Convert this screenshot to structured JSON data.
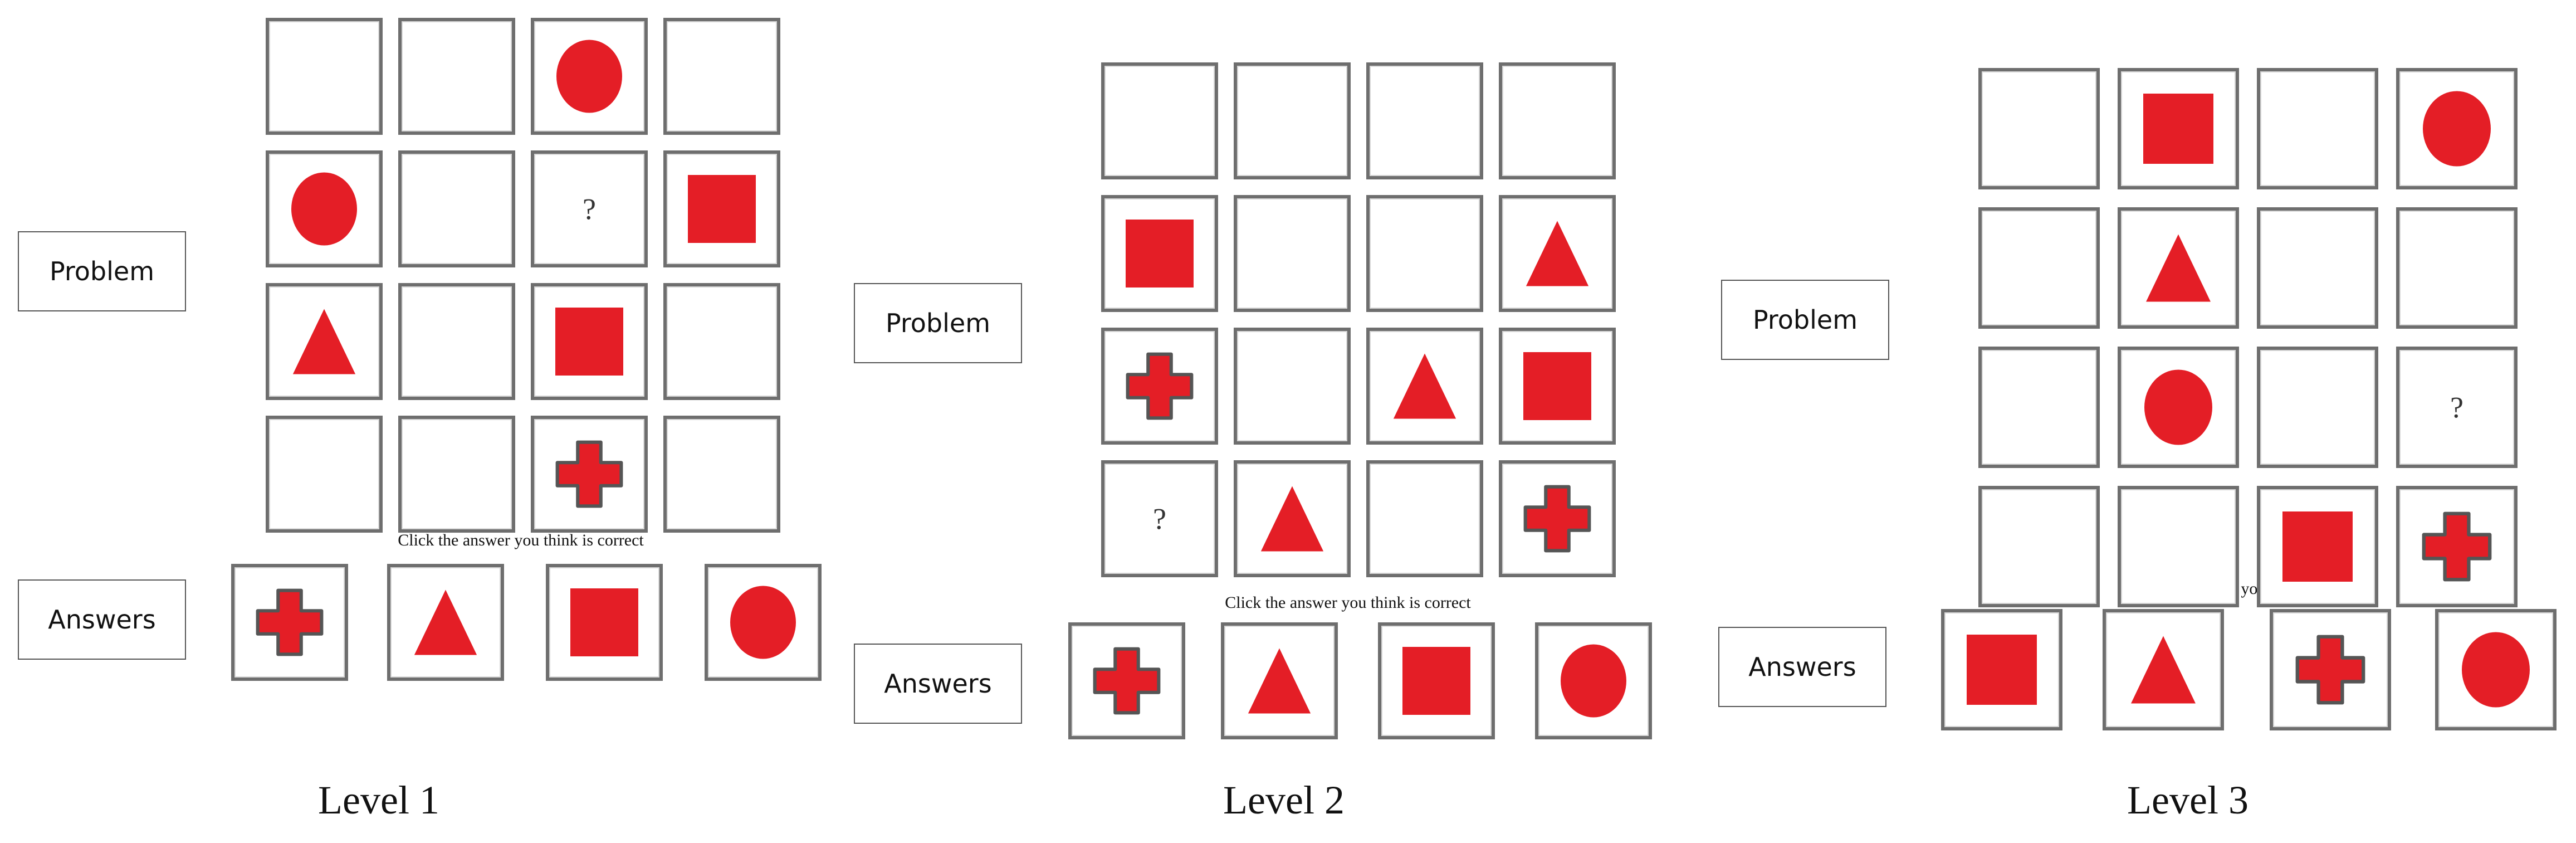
{
  "colors": {
    "shape_red": "#e41e26",
    "cell_border": "#6e6e6e"
  },
  "levels": [
    {
      "title": "Level 1",
      "problem_label": "Problem",
      "answers_label": "Answers",
      "caption": "Click the answer you think is correct",
      "grid": [
        [
          "",
          "",
          "circle",
          ""
        ],
        [
          "circle",
          "",
          "?",
          "square"
        ],
        [
          "triangle",
          "",
          "square",
          ""
        ],
        [
          "",
          "",
          "cross",
          ""
        ]
      ],
      "answers": [
        "cross",
        "triangle",
        "square",
        "circle"
      ]
    },
    {
      "title": "Level 2",
      "problem_label": "Problem",
      "answers_label": "Answers",
      "caption": "Click the answer you think is correct",
      "grid": [
        [
          "",
          "",
          "",
          ""
        ],
        [
          "square",
          "",
          "",
          "triangle"
        ],
        [
          "cross",
          "",
          "triangle",
          "square"
        ],
        [
          "?",
          "triangle",
          "",
          "cross"
        ]
      ],
      "answers": [
        "cross",
        "triangle",
        "square",
        "circle"
      ]
    },
    {
      "title": "Level 3",
      "problem_label": "Problem",
      "answers_label": "Answers",
      "caption": "Click the answer you think is correct",
      "grid": [
        [
          "",
          "square",
          "",
          "circle"
        ],
        [
          "",
          "triangle",
          "",
          ""
        ],
        [
          "",
          "circle",
          "",
          "?"
        ],
        [
          "",
          "",
          "square",
          "cross"
        ]
      ],
      "answers": [
        "square",
        "triangle",
        "cross",
        "circle"
      ]
    }
  ]
}
